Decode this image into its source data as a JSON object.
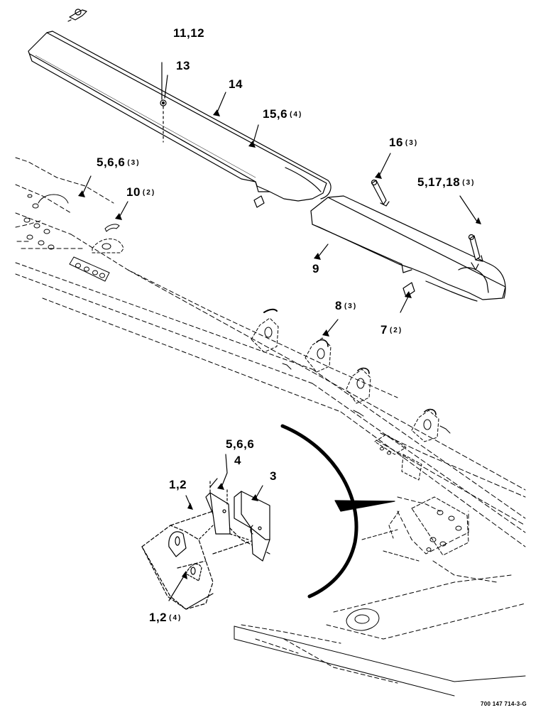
{
  "callouts": [
    {
      "id": "c-11-12",
      "label": "11,12",
      "qty": ""
    },
    {
      "id": "c-13",
      "label": "13",
      "qty": ""
    },
    {
      "id": "c-14",
      "label": "14",
      "qty": ""
    },
    {
      "id": "c-15-6",
      "label": "15,6",
      "qty": "(4)"
    },
    {
      "id": "c-5-6-6-top",
      "label": "5,6,6",
      "qty": "(3)"
    },
    {
      "id": "c-10",
      "label": "10",
      "qty": "(2)"
    },
    {
      "id": "c-16",
      "label": "16",
      "qty": "(3)"
    },
    {
      "id": "c-5-17-18",
      "label": "5,17,18",
      "qty": "(3)"
    },
    {
      "id": "c-9",
      "label": "9",
      "qty": ""
    },
    {
      "id": "c-8",
      "label": "8",
      "qty": "(3)"
    },
    {
      "id": "c-7",
      "label": "7",
      "qty": "(2)"
    },
    {
      "id": "c-5-6-6-detail",
      "label": "5,6,6",
      "qty": ""
    },
    {
      "id": "c-4",
      "label": "4",
      "qty": ""
    },
    {
      "id": "c-3",
      "label": "3",
      "qty": ""
    },
    {
      "id": "c-1-2",
      "label": "1,2",
      "qty": ""
    },
    {
      "id": "c-1-2-qty",
      "label": "1,2",
      "qty": "(4)"
    }
  ],
  "drawing_code": "700 147 714-3-G",
  "line_color": "#000000"
}
